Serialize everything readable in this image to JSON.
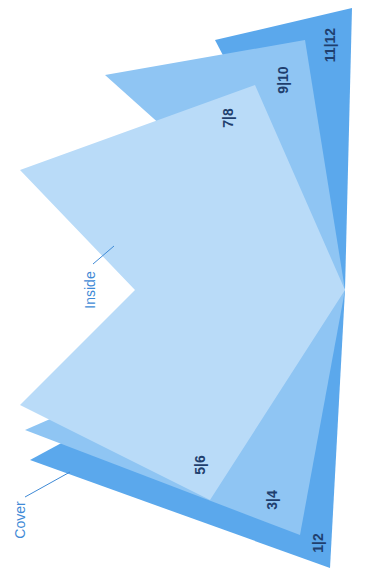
{
  "diagram": {
    "labels": [
      "Inside",
      "7|8",
      "5|6",
      "9|10",
      "3|4",
      "11|12",
      "1|2",
      "Cover"
    ]
  }
}
